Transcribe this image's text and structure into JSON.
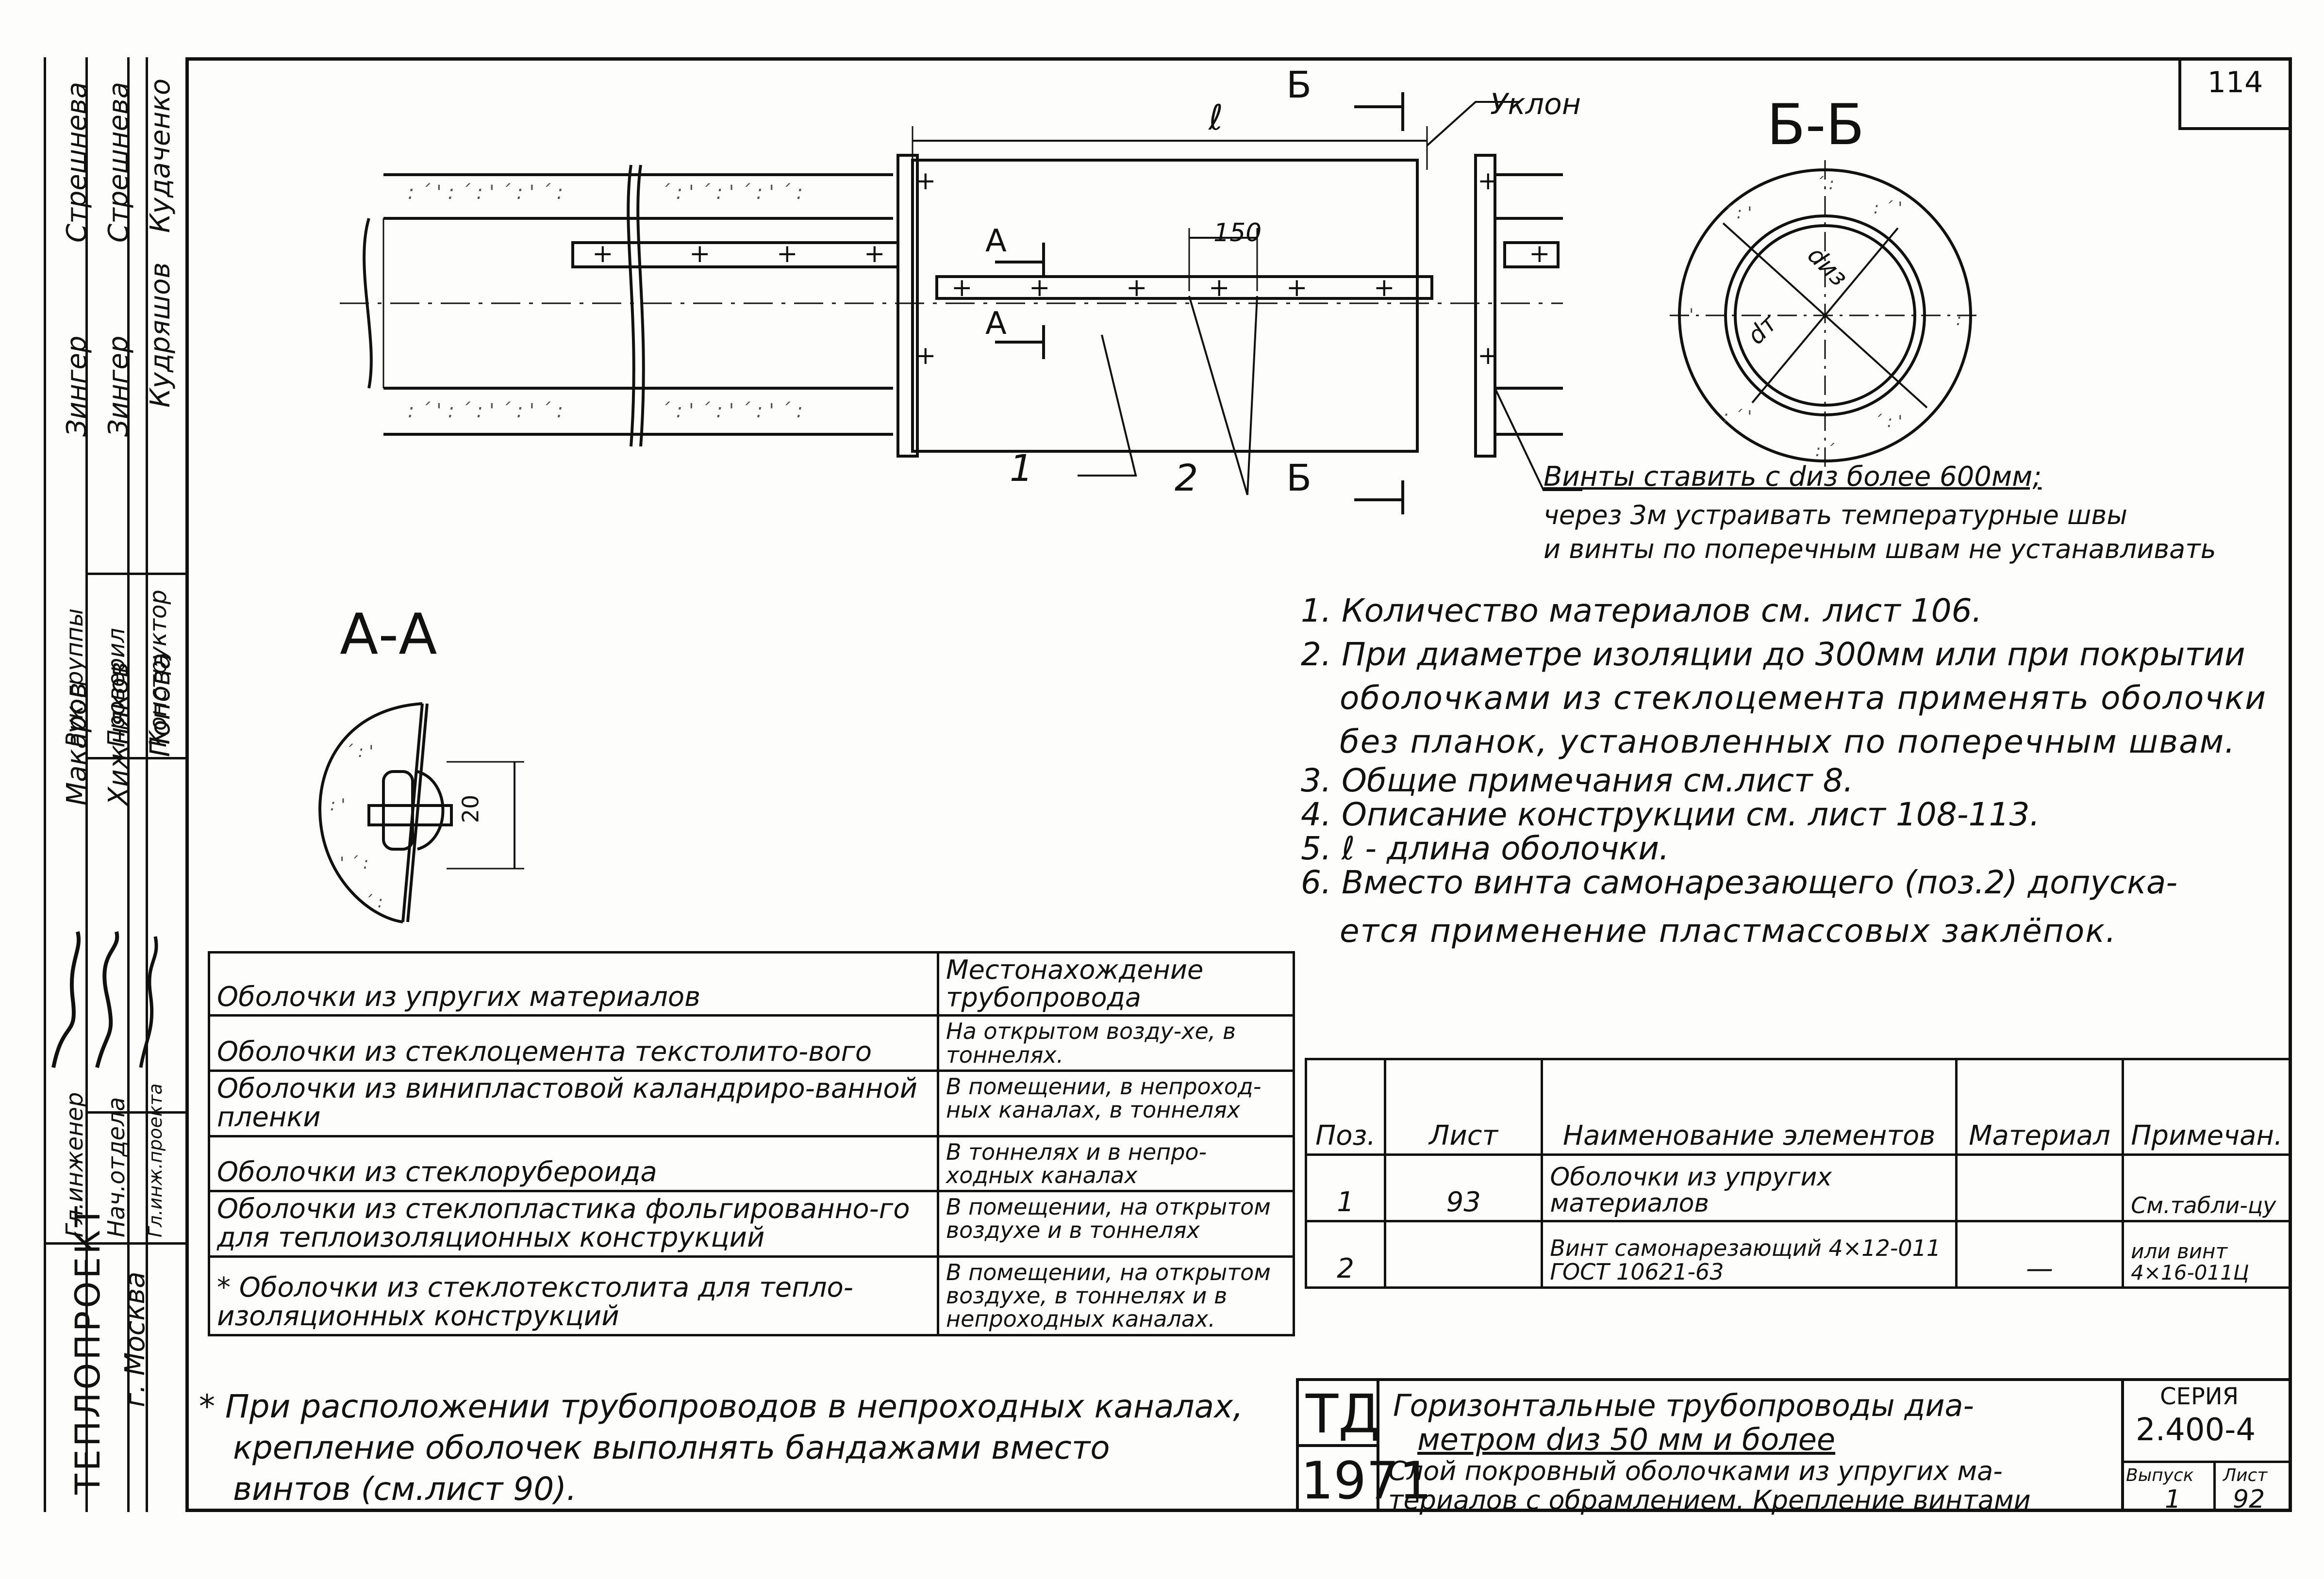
{
  "sheet": {
    "number": "114"
  },
  "side_stamp": {
    "org": "ТЕПЛОПРОЕКТ",
    "city": "г. Москва",
    "roles": [
      "Гл.инженер",
      "Нач.отдела",
      "Гл.инж.проекта",
      "Рук.группы",
      "Проверил",
      "Конструктор"
    ],
    "names_col1": [
      "Макаров",
      "Зингер",
      "Стрешнева"
    ],
    "names_col2": [
      "Хижняков",
      "Зингер",
      "Стрешнева"
    ],
    "names_col3": [
      "Попова",
      "Кудряшов",
      "Кудаченко"
    ]
  },
  "drawing": {
    "dim_l": "ℓ",
    "slope": "Уклон",
    "section_b": "Б",
    "section_a": "А",
    "dim_150": "150",
    "callout_1": "1",
    "callout_2": "2",
    "section_bb_title": "Б-Б",
    "d_iz": "dиз",
    "d_t": "dт",
    "section_aa_title": "А-А",
    "dim_20": "20",
    "screw_note": [
      "Винты ставить с dиз более 600мм;",
      "через 3м устраивать температурные швы",
      "и винты по поперечным швам не устанавливать"
    ]
  },
  "notes": [
    "1. Количество материалов см. лист 106.",
    "2. При диаметре изоляции до 300мм или при покрытии",
    "оболочками из стеклоцемента применять оболочки",
    "без планок, установленных по поперечным швам.",
    "3. Общие примечания см.лист 8.",
    "4. Описание конструкции см. лист 108-113.",
    "5. ℓ - длина оболочки.",
    "6. Вместо винта самонарезающего (поз.2) допуска-",
    "ется применение пластмассовых заклёпок."
  ],
  "materials_table": {
    "header": [
      "Оболочки из упругих материалов",
      "Местонахождение трубопровода"
    ],
    "rows": [
      [
        "Оболочки из стеклоцемента текстолито-вого",
        "На открытом возду-хе, в тоннелях."
      ],
      [
        "Оболочки из винипластовой каландриро-ванной пленки",
        "В помещении, в непроход-ных каналах, в тоннелях"
      ],
      [
        "Оболочки из стеклорубероида",
        "В тоннелях и в непро-ходных каналах"
      ],
      [
        "Оболочки из стеклопластика фольгированно-го для теплоизоляционных конструкций",
        "В помещении, на открытом воздухе и в тоннелях"
      ],
      [
        "* Оболочки из стеклотекстолита для тепло-изоляционных конструкций",
        "В помещении, на открытом воздухе, в тоннелях и в непроходных каналах."
      ]
    ]
  },
  "footnote": [
    "* При расположении трубопроводов в непроходных каналах,",
    "крепление оболочек выполнять бандажами вместо",
    "винтов (см.лист 90)."
  ],
  "spec_table": {
    "header": [
      "Поз.",
      "Лист",
      "Наименование элементов",
      "Материал",
      "Примечан."
    ],
    "rows": [
      [
        "1",
        "93",
        "Оболочки из упругих материалов",
        "",
        "См.табли-цу"
      ],
      [
        "2",
        "",
        "Винт самонарезающий 4×12-011 ГОСТ 10621-63",
        "—",
        "или винт 4×16-011Ц"
      ]
    ]
  },
  "title_block": {
    "code": "ТД",
    "year": "1971",
    "title_line1": "Горизонтальные трубопроводы диа-",
    "title_line2": "метром dиз 50 мм и более",
    "title_line3": "Слой покровный оболочками из упругих ма-",
    "title_line4": "териалов с обрамлением. Крепление винтами",
    "series_label": "СЕРИЯ",
    "series": "2.400-4",
    "issue_label": "Выпуск",
    "issue": "1",
    "sheet_label": "Лист",
    "sheet": "92"
  }
}
